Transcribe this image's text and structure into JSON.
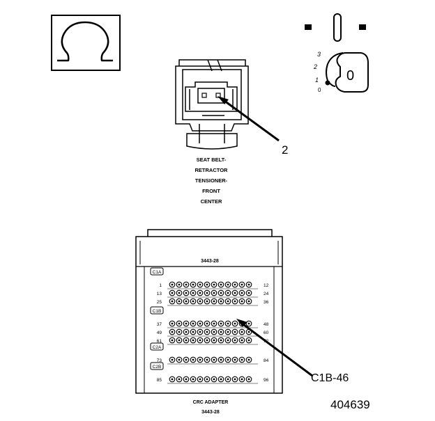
{
  "ohmmeter_symbol": "Ω",
  "ignition": {
    "positions": [
      "3",
      "2",
      "1",
      "0"
    ],
    "key_label": "0"
  },
  "connector": {
    "callout_label": "2",
    "caption": [
      "SEAT BELT-",
      "RETRACTOR",
      "TENSIONER-",
      "FRONT",
      "CENTER"
    ]
  },
  "adapter": {
    "model": "3443-28",
    "sections": [
      {
        "label": "C1A",
        "rows": [
          [
            "1",
            "12"
          ],
          [
            "13",
            "24"
          ],
          [
            "25",
            "36"
          ]
        ]
      },
      {
        "label": "C1B",
        "rows": [
          [
            "37",
            "48"
          ],
          [
            "49",
            "60"
          ],
          [
            "61",
            "72"
          ]
        ]
      },
      {
        "label": "C2A",
        "rows": [
          [
            "73",
            "84"
          ]
        ]
      },
      {
        "label": "C2B",
        "rows": [
          [
            "85",
            "96"
          ]
        ]
      }
    ],
    "callout_label": "C1B-46",
    "caption": "CRC ADAPTER",
    "caption_model": "3443-28"
  },
  "figure_number": "404639"
}
